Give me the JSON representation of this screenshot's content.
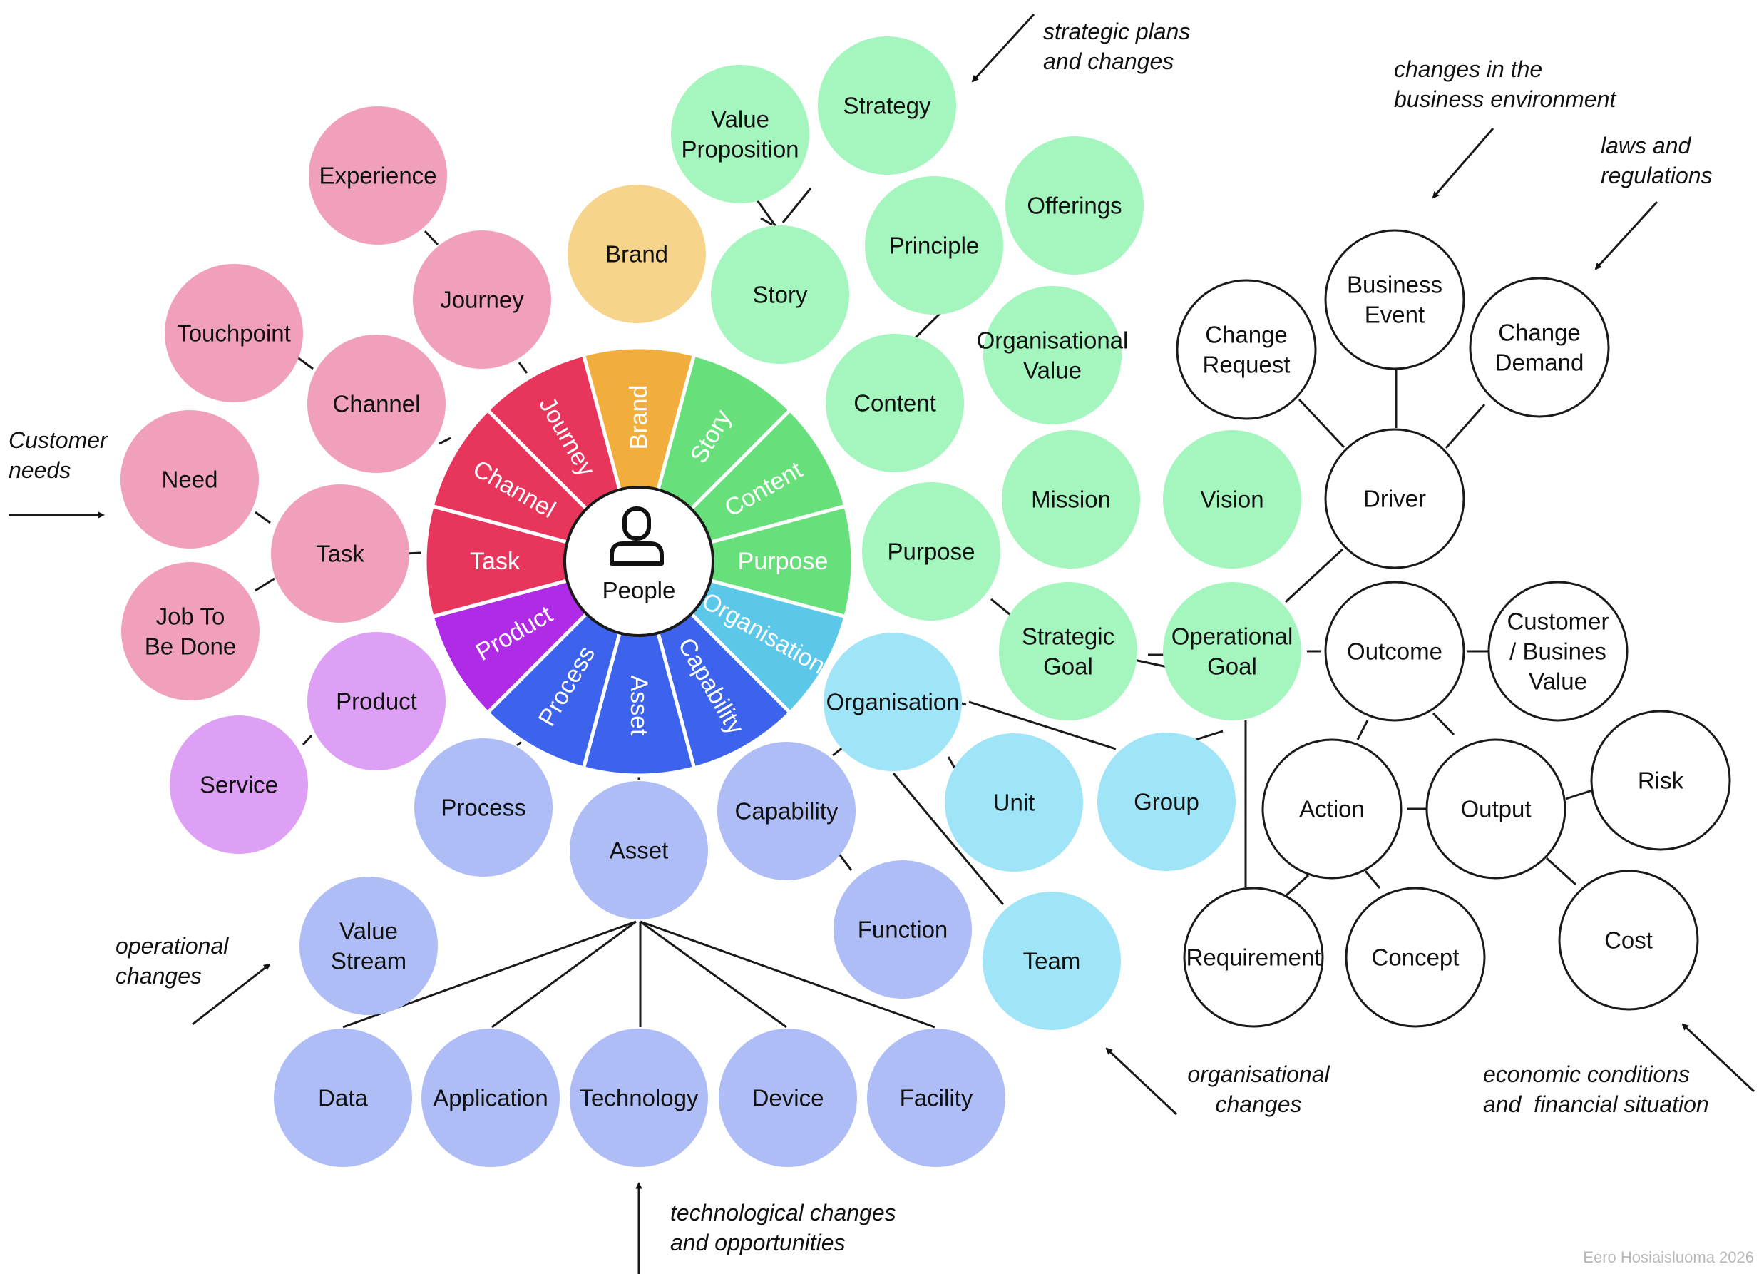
{
  "center_label": "People",
  "colors": {
    "pink": "#F0A0BB",
    "pink_seg": "#E8355C",
    "orange": "#F7D48C",
    "orange_seg": "#F2AE3D",
    "green": "#A4F5BE",
    "green_seg": "#67E07B",
    "cyan": "#A0E4F7",
    "cyan_seg": "#5BC8EA",
    "blue": "#AEBDF5",
    "blue_seg": "#3D63EC",
    "purple": "#DDA0F5",
    "purple_seg": "#B02BE6",
    "white": "#FFFFFF"
  },
  "segments": [
    {
      "label": "Brand",
      "color": "orange_seg"
    },
    {
      "label": "Story",
      "color": "green_seg"
    },
    {
      "label": "Content",
      "color": "green_seg"
    },
    {
      "label": "Purpose",
      "color": "green_seg"
    },
    {
      "label": "Organisation",
      "color": "cyan_seg"
    },
    {
      "label": "Capability",
      "color": "blue_seg"
    },
    {
      "label": "Asset",
      "color": "blue_seg"
    },
    {
      "label": "Process",
      "color": "blue_seg"
    },
    {
      "label": "Product",
      "color": "purple_seg"
    },
    {
      "label": "Task",
      "color": "pink_seg"
    },
    {
      "label": "Channel",
      "color": "pink_seg"
    },
    {
      "label": "Journey",
      "color": "pink_seg"
    }
  ],
  "nodes": [
    {
      "id": "experience",
      "lines": [
        "Experience"
      ],
      "color": "pink"
    },
    {
      "id": "journey",
      "lines": [
        "Journey"
      ],
      "color": "pink"
    },
    {
      "id": "touchpoint",
      "lines": [
        "Touchpoint"
      ],
      "color": "pink"
    },
    {
      "id": "channel",
      "lines": [
        "Channel"
      ],
      "color": "pink"
    },
    {
      "id": "need",
      "lines": [
        "Need"
      ],
      "color": "pink"
    },
    {
      "id": "task",
      "lines": [
        "Task"
      ],
      "color": "pink"
    },
    {
      "id": "jtbd",
      "lines": [
        "Job To",
        "Be Done"
      ],
      "color": "pink"
    },
    {
      "id": "product",
      "lines": [
        "Product"
      ],
      "color": "purple"
    },
    {
      "id": "service",
      "lines": [
        "Service"
      ],
      "color": "purple"
    },
    {
      "id": "brand",
      "lines": [
        "Brand"
      ],
      "color": "orange"
    },
    {
      "id": "valueprop",
      "lines": [
        "Value",
        "Proposition"
      ],
      "color": "green"
    },
    {
      "id": "strategy",
      "lines": [
        "Strategy"
      ],
      "color": "green"
    },
    {
      "id": "story",
      "lines": [
        "Story"
      ],
      "color": "green"
    },
    {
      "id": "principle",
      "lines": [
        "Principle"
      ],
      "color": "green"
    },
    {
      "id": "offerings",
      "lines": [
        "Offerings"
      ],
      "color": "green"
    },
    {
      "id": "content",
      "lines": [
        "Content"
      ],
      "color": "green"
    },
    {
      "id": "orgvalue",
      "lines": [
        "Organisational",
        "Value"
      ],
      "color": "green"
    },
    {
      "id": "purpose",
      "lines": [
        "Purpose"
      ],
      "color": "green"
    },
    {
      "id": "mission",
      "lines": [
        "Mission"
      ],
      "color": "green"
    },
    {
      "id": "vision",
      "lines": [
        "Vision"
      ],
      "color": "green"
    },
    {
      "id": "strategicgoal",
      "lines": [
        "Strategic",
        "Goal"
      ],
      "color": "green"
    },
    {
      "id": "operationalgoal",
      "lines": [
        "Operational",
        "Goal"
      ],
      "color": "green"
    },
    {
      "id": "organisation",
      "lines": [
        "Organisation"
      ],
      "color": "cyan"
    },
    {
      "id": "unit",
      "lines": [
        "Unit"
      ],
      "color": "cyan"
    },
    {
      "id": "group",
      "lines": [
        "Group"
      ],
      "color": "cyan"
    },
    {
      "id": "team",
      "lines": [
        "Team"
      ],
      "color": "cyan"
    },
    {
      "id": "process",
      "lines": [
        "Process"
      ],
      "color": "blue"
    },
    {
      "id": "valuestream",
      "lines": [
        "Value",
        "Stream"
      ],
      "color": "blue"
    },
    {
      "id": "asset",
      "lines": [
        "Asset"
      ],
      "color": "blue"
    },
    {
      "id": "capability",
      "lines": [
        "Capability"
      ],
      "color": "blue"
    },
    {
      "id": "function",
      "lines": [
        "Function"
      ],
      "color": "blue"
    },
    {
      "id": "data",
      "lines": [
        "Data"
      ],
      "color": "blue"
    },
    {
      "id": "application",
      "lines": [
        "Application"
      ],
      "color": "blue"
    },
    {
      "id": "technology",
      "lines": [
        "Technology"
      ],
      "color": "blue"
    },
    {
      "id": "device",
      "lines": [
        "Device"
      ],
      "color": "blue"
    },
    {
      "id": "facility",
      "lines": [
        "Facility"
      ],
      "color": "blue"
    },
    {
      "id": "changerequest",
      "lines": [
        "Change",
        "Request"
      ],
      "color": "white"
    },
    {
      "id": "businessevent",
      "lines": [
        "Business",
        "Event"
      ],
      "color": "white"
    },
    {
      "id": "changedemand",
      "lines": [
        "Change",
        "Demand"
      ],
      "color": "white"
    },
    {
      "id": "driver",
      "lines": [
        "Driver"
      ],
      "color": "white"
    },
    {
      "id": "outcome",
      "lines": [
        "Outcome"
      ],
      "color": "white"
    },
    {
      "id": "custvalue",
      "lines": [
        "Customer",
        "/ Busines",
        "Value"
      ],
      "color": "white"
    },
    {
      "id": "action",
      "lines": [
        "Action"
      ],
      "color": "white"
    },
    {
      "id": "output",
      "lines": [
        "Output"
      ],
      "color": "white"
    },
    {
      "id": "risk",
      "lines": [
        "Risk"
      ],
      "color": "white"
    },
    {
      "id": "requirement",
      "lines": [
        "Requirement"
      ],
      "color": "white"
    },
    {
      "id": "concept",
      "lines": [
        "Concept"
      ],
      "color": "white"
    },
    {
      "id": "cost",
      "lines": [
        "Cost"
      ],
      "color": "white"
    }
  ],
  "annotations": [
    {
      "id": "strategic",
      "lines": [
        "strategic plans",
        "and changes"
      ]
    },
    {
      "id": "business-env",
      "lines": [
        "changes in the",
        "business environment"
      ]
    },
    {
      "id": "laws",
      "lines": [
        "laws and",
        "regulations"
      ]
    },
    {
      "id": "customer",
      "lines": [
        "Customer",
        "needs"
      ]
    },
    {
      "id": "operational",
      "lines": [
        "operational",
        "changes"
      ]
    },
    {
      "id": "technological",
      "lines": [
        "technological changes",
        "and opportunities"
      ]
    },
    {
      "id": "organisational",
      "lines": [
        "organisational",
        "changes"
      ]
    },
    {
      "id": "economic",
      "lines": [
        "economic conditions",
        "and  financial situation"
      ]
    }
  ],
  "credit": "Eero Hosiaisluoma 2026"
}
